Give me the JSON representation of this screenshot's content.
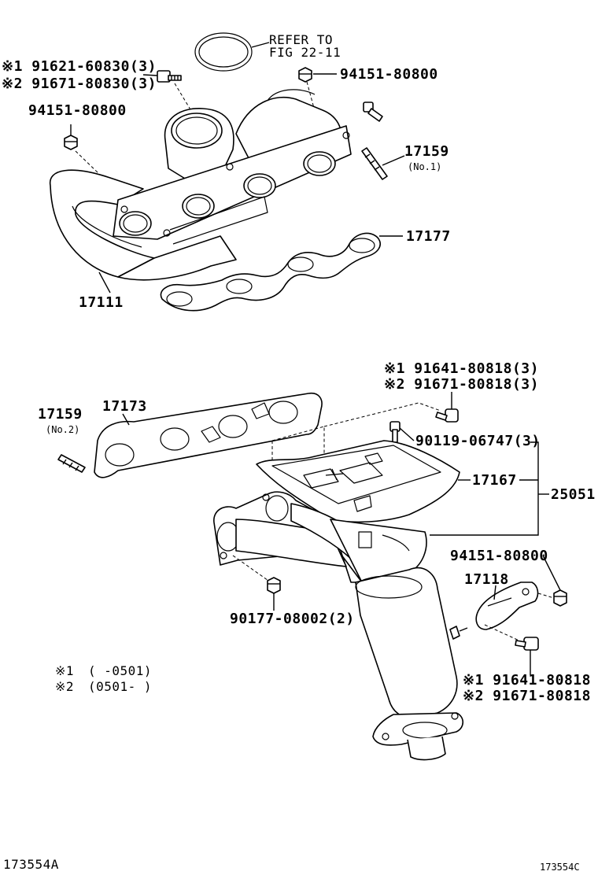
{
  "refer": {
    "line1": "REFER TO",
    "line2": "FIG 22-11"
  },
  "labels": {
    "l91621": "※1 91621-60830(3)",
    "l91671a": "※2 91671-80830(3)",
    "l94151a": "94151-80800",
    "l94151b": "94151-80800",
    "l17159a": "17159",
    "l17159a_sub": "(No.1)",
    "l17177": "17177",
    "l17111": "17111",
    "l91641a": "※1 91641-80818(3)",
    "l91671b": "※2 91671-80818(3)",
    "l17159b": "17159",
    "l17159b_sub": "(No.2)",
    "l17173": "17173",
    "l90119": "90119-06747(3)",
    "l17167": "17167",
    "l25051": "25051",
    "l94151c": "94151-80800",
    "l17118": "17118",
    "l90177": "90177-08002(2)",
    "l91641b": "※1 91641-80818",
    "l91671c": "※2 91671-80818"
  },
  "notes": {
    "n1_mark": "※1",
    "n1_text": "(     -0501)",
    "n2_mark": "※2",
    "n2_text": "(0501-     )"
  },
  "footer": {
    "left": "173554A",
    "right": "173554C"
  }
}
